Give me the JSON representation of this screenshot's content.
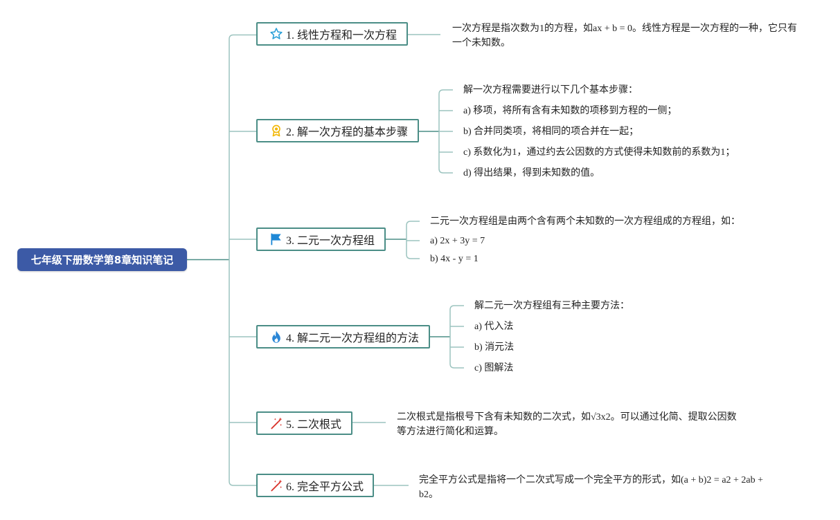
{
  "root": {
    "label": "七年级下册数学第8章知识笔记"
  },
  "topics": [
    {
      "label": "1. 线性方程和一次方程",
      "icon": "star-icon",
      "note": "一次方程是指次数为1的方程，如ax + b = 0。线性方程是一次方程的一种，它只有一个未知数。"
    },
    {
      "label": "2. 解一次方程的基本步骤",
      "icon": "award-icon",
      "items": [
        "解一次方程需要进行以下几个基本步骤：",
        "a) 移项，将所有含有未知数的项移到方程的一侧；",
        "b) 合并同类项，将相同的项合并在一起；",
        "c) 系数化为1，通过约去公因数的方式使得未知数前的系数为1；",
        "d) 得出结果，得到未知数的值。"
      ]
    },
    {
      "label": "3. 二元一次方程组",
      "icon": "flag-icon",
      "items": [
        "二元一次方程组是由两个含有两个未知数的一次方程组成的方程组，如：",
        "a) 2x + 3y = 7",
        "b) 4x - y = 1"
      ]
    },
    {
      "label": "4. 解二元一次方程组的方法",
      "icon": "flame-icon",
      "items": [
        "解二元一次方程组有三种主要方法：",
        "a) 代入法",
        "b) 消元法",
        "c) 图解法"
      ]
    },
    {
      "label": "5. 二次根式",
      "icon": "wand-icon",
      "note": "二次根式是指根号下含有未知数的二次式，如√3x2。可以通过化简、提取公因数等方法进行简化和运算。"
    },
    {
      "label": "6. 完全平方公式",
      "icon": "wand-icon",
      "note": "完全平方公式是指将一个二次式写成一个完全平方的形式，如(a + b)2 = a2 + 2ab + b2。"
    }
  ],
  "colors": {
    "root_bg": "#3c5aa6",
    "line": "#4a8d86",
    "leaf_line": "#9cc4bf",
    "star": "#2aa0d8",
    "award": "#f2b705",
    "flag": "#1e88d6",
    "flame": "#2a86d6",
    "wand": "#d9332b"
  }
}
